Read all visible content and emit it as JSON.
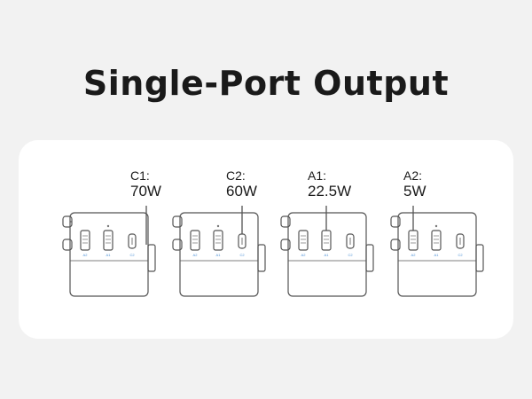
{
  "title": "Single-Port Output",
  "devices": [
    {
      "port": "C1:",
      "watt": "70W",
      "highlight": "C1"
    },
    {
      "port": "C2:",
      "watt": "60W",
      "highlight": "C2"
    },
    {
      "port": "A1:",
      "watt": "22.5W",
      "highlight": "A1"
    },
    {
      "port": "A2:",
      "watt": "5W",
      "highlight": "A2"
    }
  ],
  "port_labels": [
    "A2",
    "A1",
    "C2"
  ],
  "colors": {
    "background": "#f2f2f2",
    "card": "#ffffff",
    "line": "#555555",
    "port_text": "#4a8fd6"
  }
}
